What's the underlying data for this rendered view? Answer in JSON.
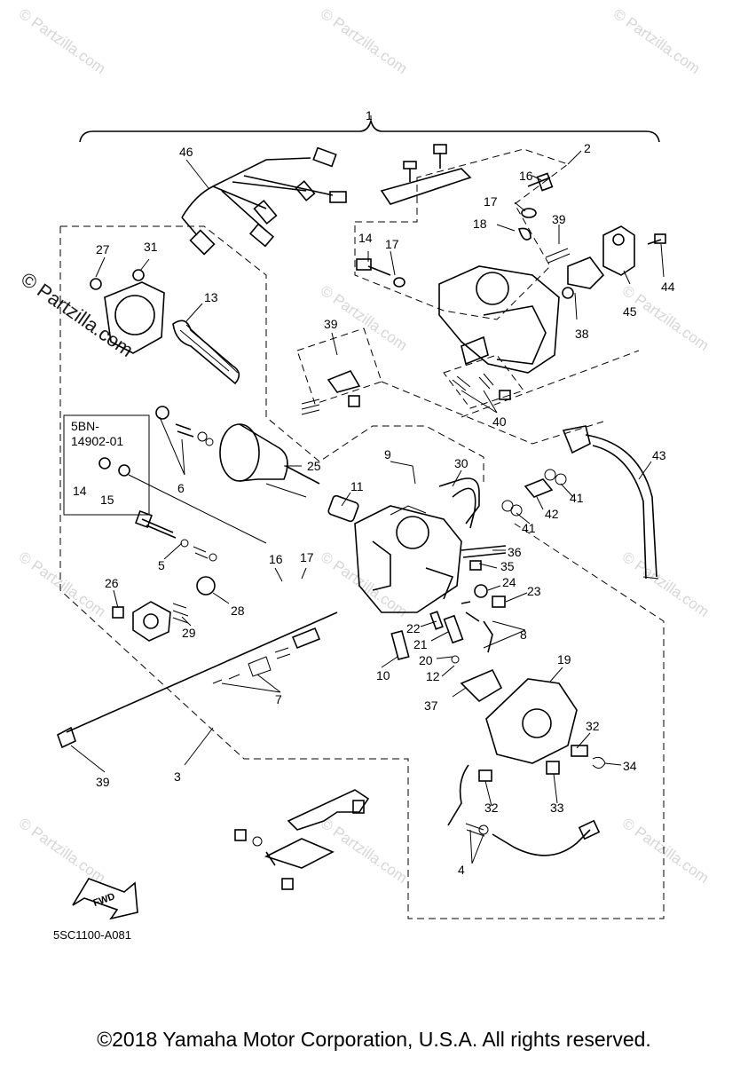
{
  "watermark": {
    "text": "© Partzilla.com"
  },
  "callouts": {
    "c1": "1",
    "c2": "2",
    "c3": "3",
    "c4": "4",
    "c5": "5",
    "c6": "6",
    "c7": "7",
    "c8": "8",
    "c9": "9",
    "c10": "10",
    "c11": "11",
    "c12": "12",
    "c13": "13",
    "c14a": "14",
    "c14b": "14",
    "c15": "15",
    "c16a": "16",
    "c16b": "16",
    "c17a": "17",
    "c17b": "17",
    "c17c": "17",
    "c18": "18",
    "c19": "19",
    "c20": "20",
    "c21": "21",
    "c22": "22",
    "c23": "23",
    "c24": "24",
    "c25": "25",
    "c26": "26",
    "c27": "27",
    "c28": "28",
    "c29": "29",
    "c30": "30",
    "c31": "31",
    "c32a": "32",
    "c32b": "32",
    "c33": "33",
    "c34": "34",
    "c35": "35",
    "c36": "36",
    "c37": "37",
    "c38": "38",
    "c39a": "39",
    "c39b": "39",
    "c39c": "39",
    "c40": "40",
    "c41a": "41",
    "c41b": "41",
    "c42": "42",
    "c43": "43",
    "c44": "44",
    "c45": "45",
    "c46": "46"
  },
  "kit_box": {
    "line1": "5BN-",
    "line2": "14902-01"
  },
  "fwd_label": "FWD",
  "diagram_code": "5SC1100-A081",
  "copyright": "©2018 Yamaha Motor Corporation, U.S.A. All rights reserved."
}
